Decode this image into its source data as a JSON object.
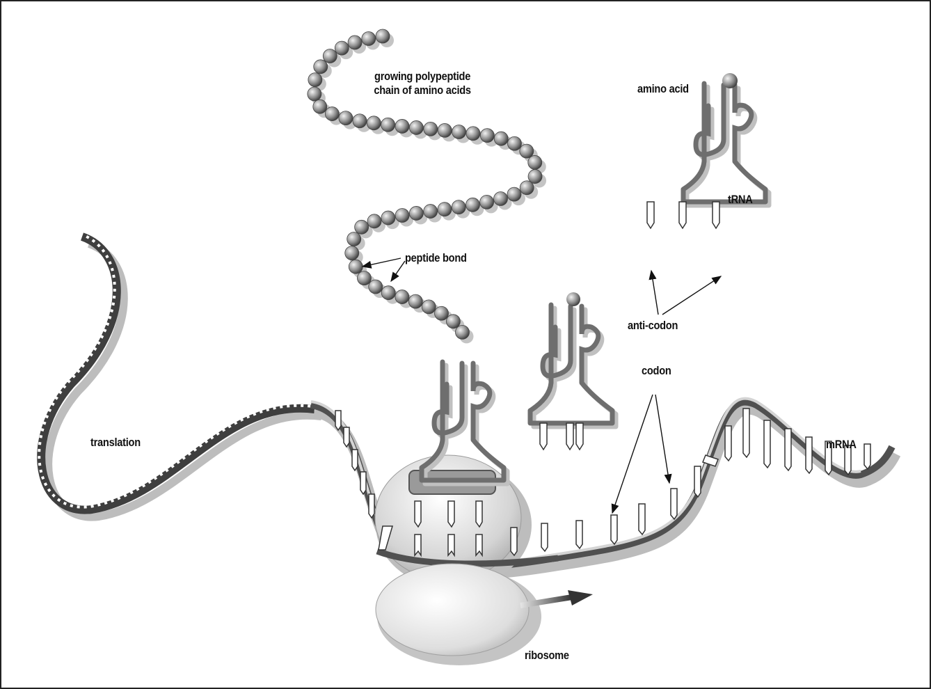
{
  "labels": {
    "polypeptide_line1": "growing polypeptide",
    "polypeptide_line2": "chain of amino acids",
    "amino_acid": "amino acid",
    "trna": "tRNA",
    "peptide_bond": "peptide bond",
    "anti_codon": "anti-codon",
    "codon": "codon",
    "mrna": "mRNA",
    "translation": "translation",
    "ribosome": "ribosome"
  },
  "colors": {
    "strand": "#4a4a4a",
    "shadow": "#b8b8b8",
    "trna": "#6e6e6e",
    "bead": "#8c8c8c",
    "ribosome": "#dcdcdc",
    "frame": "#222222"
  }
}
